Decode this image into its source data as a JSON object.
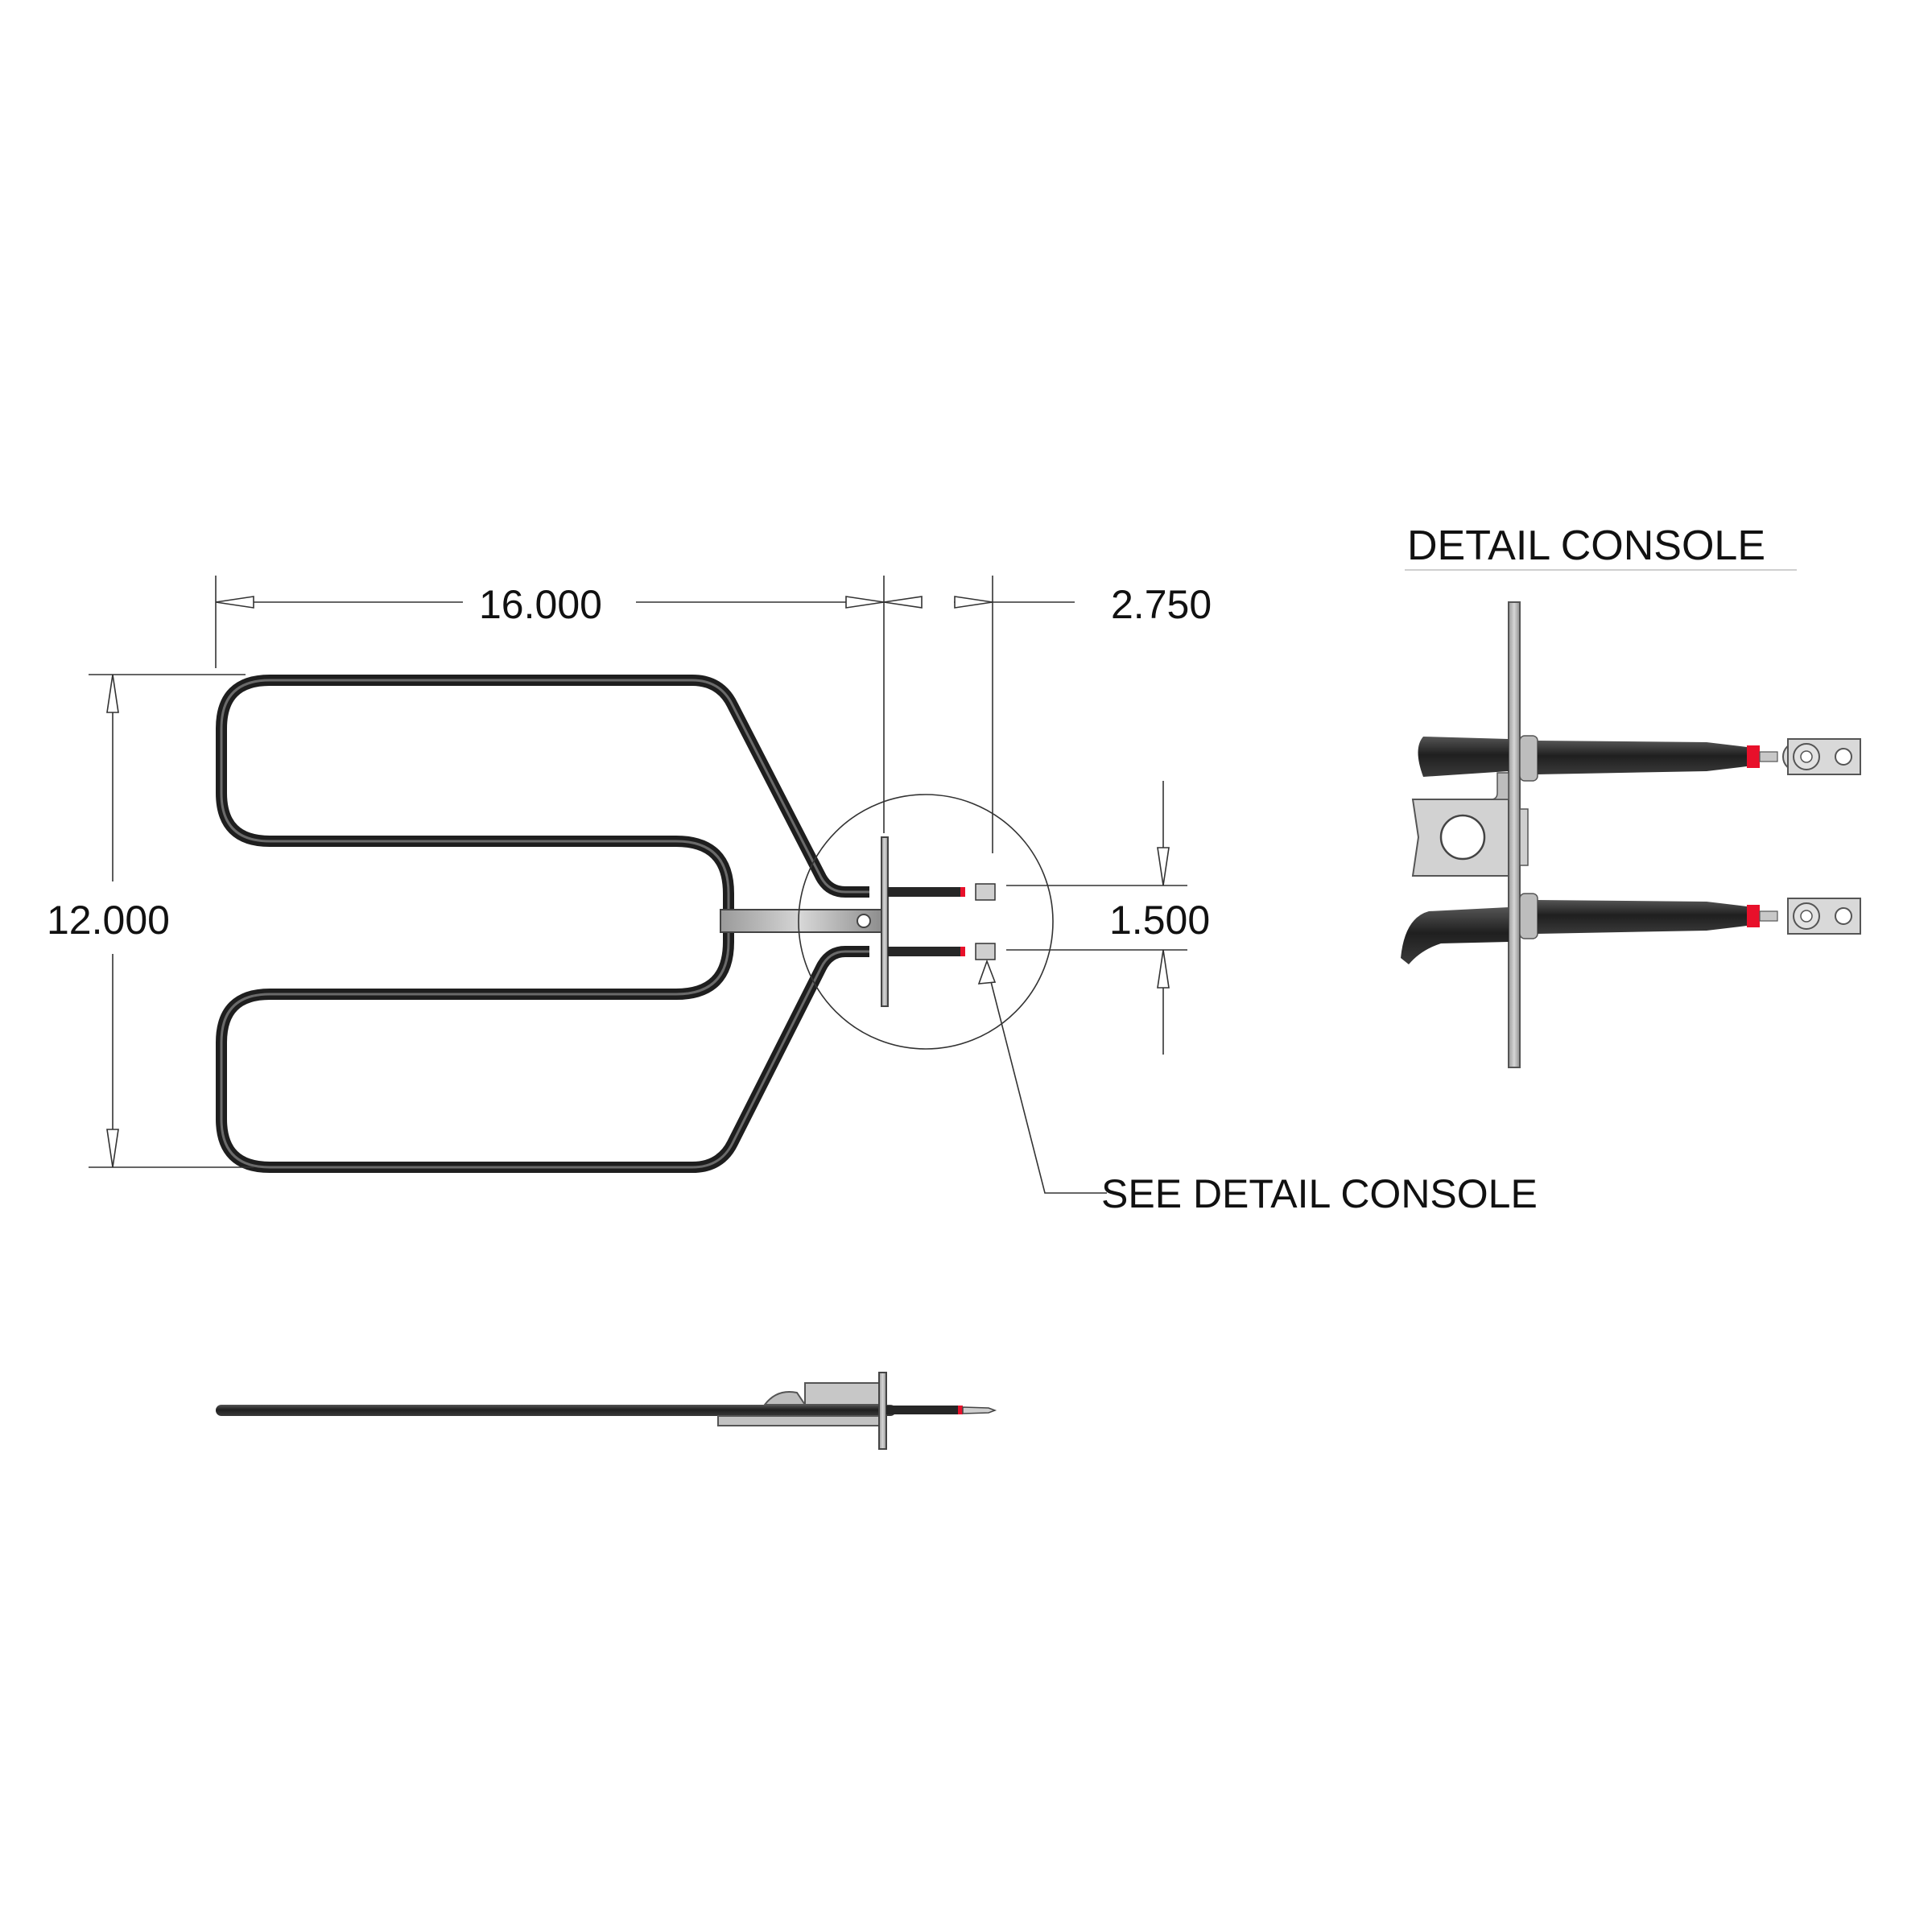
{
  "dimensions": {
    "length": "16.000",
    "terminal_length": "2.750",
    "height": "12.000",
    "terminal_spacing": "1.500"
  },
  "callout": "SEE DETAIL CONSOLE",
  "detail_title": "DETAIL CONSOLE",
  "colors": {
    "element": "#2b2b2b",
    "bracket": "#b3b3b3",
    "insulator": "#e8102a",
    "lines": "#333333"
  }
}
